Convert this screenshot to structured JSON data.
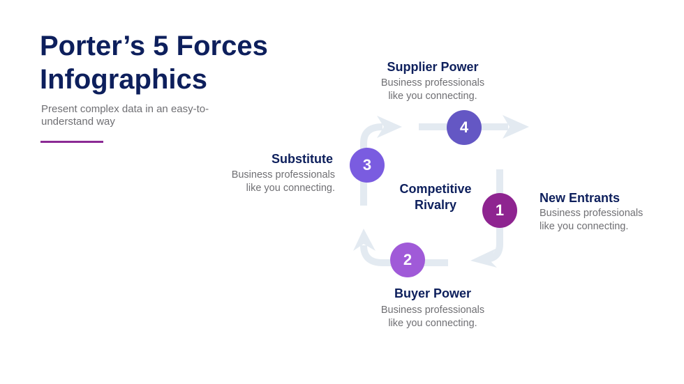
{
  "title_line1": "Porter’s 5 Forces",
  "title_line2": "Infographics",
  "subtitle": "Present complex data in an easy-to-understand way",
  "center_line1": "Competitive",
  "center_line2": "Rivalry",
  "forces": [
    {
      "number": "1",
      "title": "New Entrants",
      "desc_line1": "Business professionals",
      "desc_line2": "like you connecting.",
      "color": "#8e2490"
    },
    {
      "number": "2",
      "title": "Buyer Power",
      "desc_line1": "Business professionals",
      "desc_line2": "like you connecting.",
      "color": "#a05ad8"
    },
    {
      "number": "3",
      "title": "Substitute",
      "desc_line1": "Business professionals",
      "desc_line2": "like you connecting.",
      "color": "#7a5ce0"
    },
    {
      "number": "4",
      "title": "Supplier Power",
      "desc_line1": "Business professionals",
      "desc_line2": "like you connecting.",
      "color": "#6457c4"
    }
  ],
  "colors": {
    "title": "#0d1f5c",
    "accent": "#8b2a94",
    "arrow": "#e3eaf1"
  }
}
